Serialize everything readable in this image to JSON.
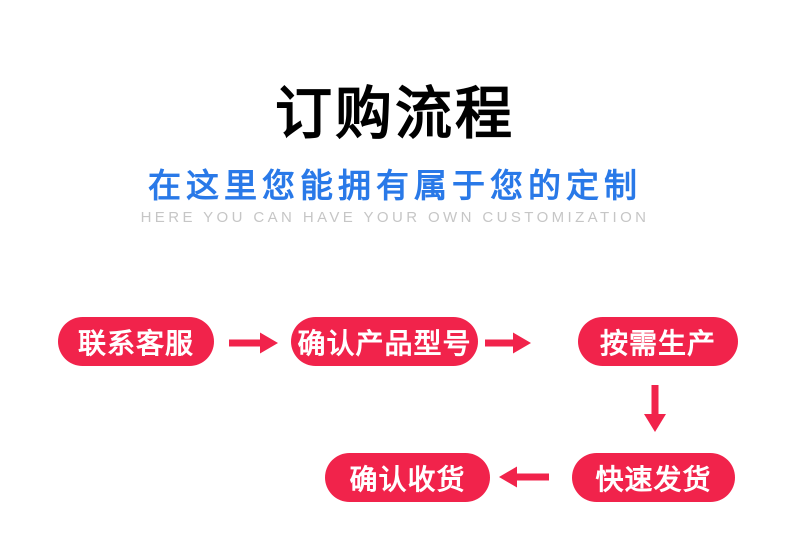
{
  "header": {
    "title": "订购流程",
    "subtitle": "在这里您能拥有属于您的定制",
    "subtitle_en": "HERE YOU CAN HAVE YOUR OWN CUSTOMIZATION"
  },
  "flow": {
    "steps": [
      {
        "label": "联系客服"
      },
      {
        "label": "确认产品型号"
      },
      {
        "label": "按需生产"
      },
      {
        "label": "快速发货"
      },
      {
        "label": "确认收货"
      }
    ],
    "arrows": [
      {
        "name": "arrow-right-1",
        "direction": "right"
      },
      {
        "name": "arrow-right-2",
        "direction": "right"
      },
      {
        "name": "arrow-down",
        "direction": "down"
      },
      {
        "name": "arrow-left",
        "direction": "left"
      }
    ]
  },
  "colors": {
    "accent_red": "#F1234B",
    "accent_blue": "#2979E8",
    "caption_gray": "#C6C6C6",
    "title_black": "#000000",
    "pill_text_white": "#FFFFFF",
    "background": "#FFFFFF"
  }
}
